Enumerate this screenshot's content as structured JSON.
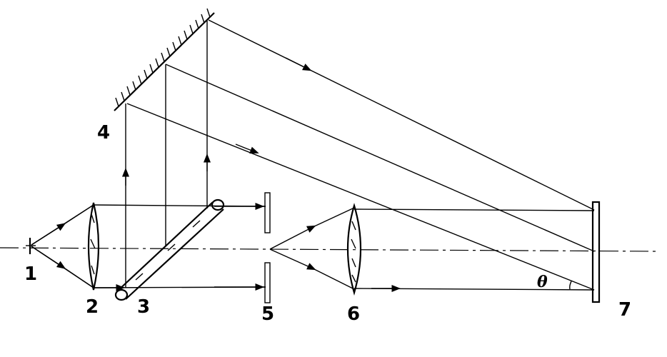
{
  "labels": {
    "source": "1",
    "collimator_lens": "2",
    "beam_splitter": "3",
    "mirror": "4",
    "aperture": "5",
    "lens": "6",
    "screen": "7",
    "angle": "θ"
  }
}
